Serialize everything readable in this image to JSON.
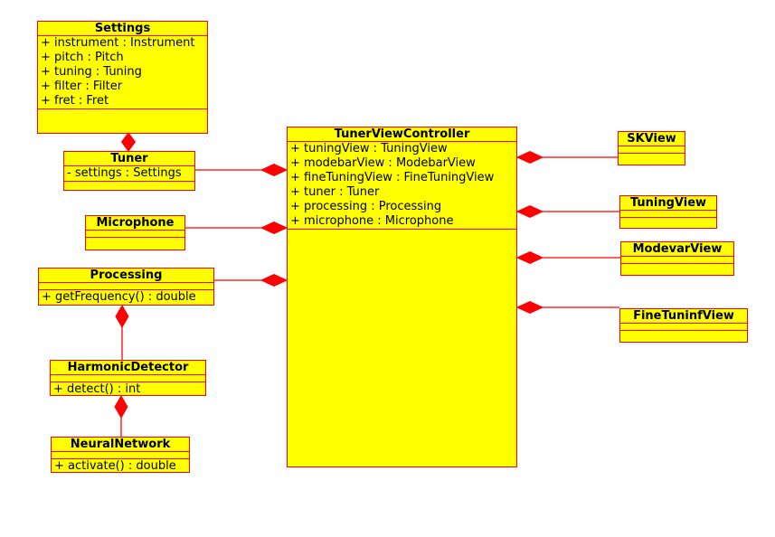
{
  "diagram": {
    "kind": "uml-class-diagram",
    "colors": {
      "background": "#ffffff",
      "class_fill": "#ffff00",
      "line_color": "#ff0000",
      "text_color": "#000000"
    },
    "classes": [
      {
        "id": "settings",
        "title": "Settings",
        "attributes": [
          "+ instrument : Instrument",
          "+ pitch : Pitch",
          "+ tuning : Tuning",
          "+ filter : Filter",
          "+ fret : Fret"
        ],
        "operations": []
      },
      {
        "id": "tuner",
        "title": "Tuner",
        "attributes": [
          "- settings : Settings"
        ],
        "operations": []
      },
      {
        "id": "microphone",
        "title": "Microphone",
        "attributes": [],
        "operations": []
      },
      {
        "id": "processing",
        "title": "Processing",
        "attributes": [],
        "operations": [
          "+ getFrequency() : double"
        ]
      },
      {
        "id": "harmonicdetector",
        "title": "HarmonicDetector",
        "attributes": [],
        "operations": [
          "+ detect() : int"
        ]
      },
      {
        "id": "neuralnetwork",
        "title": "NeuralNetwork",
        "attributes": [],
        "operations": [
          "+ activate() : double"
        ]
      },
      {
        "id": "tunerviewcontroller",
        "title": "TunerViewController",
        "attributes": [
          "+ tuningView : TuningView",
          "+ modebarView : ModebarView",
          "+ fineTuningView : FineTuningView",
          "+ tuner : Tuner",
          "+ processing : Processing",
          "+ microphone : Microphone"
        ],
        "operations": []
      },
      {
        "id": "skview",
        "title": "SKView",
        "attributes": [],
        "operations": []
      },
      {
        "id": "tuningview",
        "title": "TuningView",
        "attributes": [],
        "operations": []
      },
      {
        "id": "modevarview",
        "title": "ModevarView",
        "attributes": [],
        "operations": []
      },
      {
        "id": "finetuninfview",
        "title": "FineTuninfView",
        "attributes": [],
        "operations": []
      }
    ],
    "relationships": [
      {
        "type": "composition",
        "owner": "tuner",
        "part": "settings"
      },
      {
        "type": "composition",
        "owner": "tunerviewcontroller",
        "part": "tuner"
      },
      {
        "type": "composition",
        "owner": "tunerviewcontroller",
        "part": "microphone"
      },
      {
        "type": "composition",
        "owner": "tunerviewcontroller",
        "part": "processing"
      },
      {
        "type": "composition",
        "owner": "processing",
        "part": "harmonicdetector"
      },
      {
        "type": "composition",
        "owner": "harmonicdetector",
        "part": "neuralnetwork"
      },
      {
        "type": "composition",
        "owner": "tunerviewcontroller",
        "part": "skview"
      },
      {
        "type": "composition",
        "owner": "tunerviewcontroller",
        "part": "tuningview"
      },
      {
        "type": "composition",
        "owner": "tunerviewcontroller",
        "part": "modevarview"
      },
      {
        "type": "composition",
        "owner": "tunerviewcontroller",
        "part": "finetuninfview"
      }
    ]
  }
}
